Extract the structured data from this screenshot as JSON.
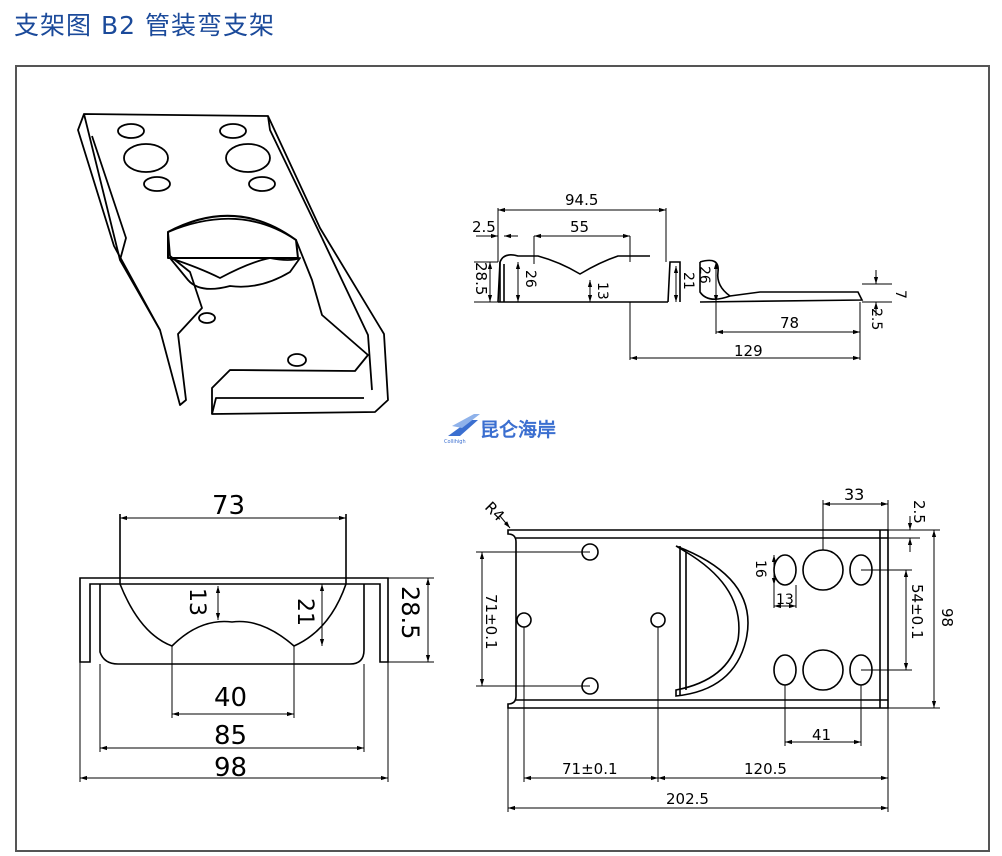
{
  "title": "支架图  B2  管装弯支架",
  "watermark": {
    "logo_text": "昆仑海岸",
    "brand_sub": "Collihigh"
  },
  "colors": {
    "title": "#1b4a9a",
    "line": "#000000",
    "frame": "#555555",
    "logo": "#3b6fd0"
  },
  "side_view": {
    "dims": [
      "94.5",
      "2.5",
      "55",
      "28.5",
      "26",
      "13",
      "21",
      "26",
      "7",
      "78",
      "2.5",
      "129"
    ]
  },
  "front_view": {
    "dims": [
      "73",
      "13",
      "21",
      "28.5",
      "40",
      "85",
      "98"
    ]
  },
  "top_view": {
    "dims": [
      "R4",
      "33",
      "2.5",
      "16",
      "13",
      "71±0.1",
      "54±0.1",
      "98",
      "41",
      "71±0.1",
      "120.5",
      "202.5"
    ]
  }
}
